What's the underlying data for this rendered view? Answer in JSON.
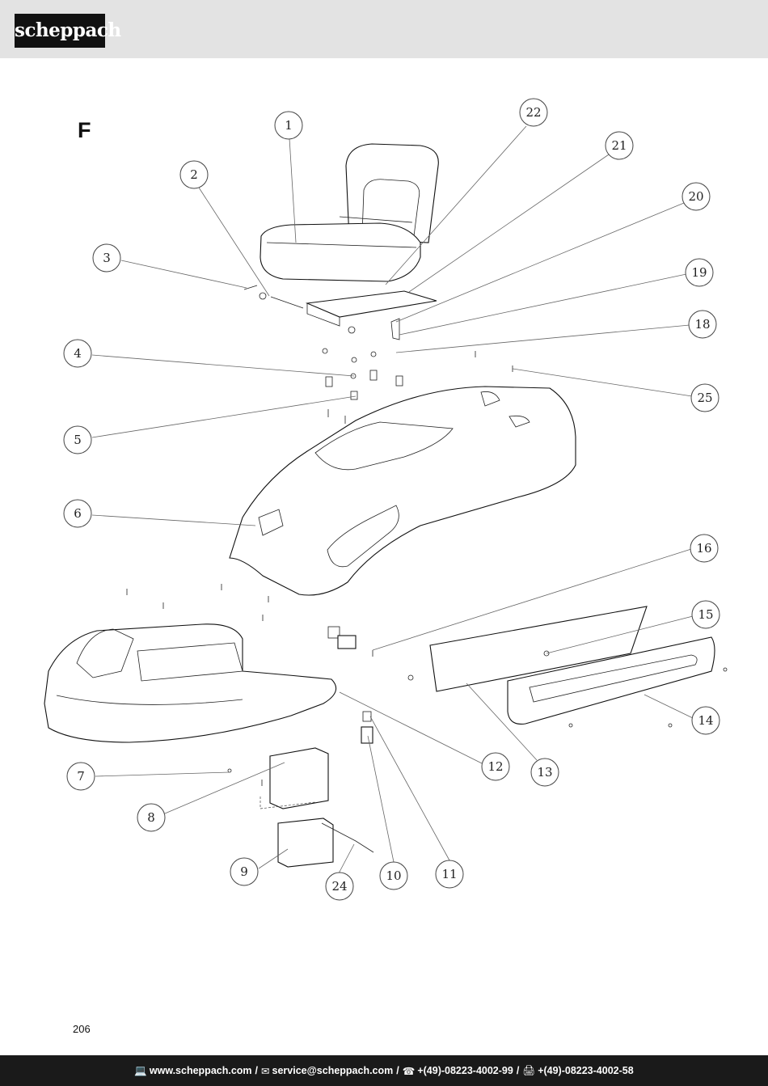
{
  "header": {
    "brand": "scheppach"
  },
  "figure": {
    "letter": "F"
  },
  "callouts": [
    "1",
    "2",
    "3",
    "4",
    "5",
    "6",
    "7",
    "8",
    "9",
    "10",
    "11",
    "12",
    "13",
    "14",
    "15",
    "16",
    "18",
    "19",
    "20",
    "21",
    "22",
    "24",
    "25"
  ],
  "page": {
    "number": "206"
  },
  "footer": {
    "web_icon": "computer-icon",
    "web": "www.scheppach.com",
    "mail_icon": "mail-icon",
    "mail": "service@scheppach.com",
    "phone_icon": "phone-icon",
    "phone": "+(49)-08223-4002-99",
    "fax_icon": "fax-icon",
    "fax": "+(49)-08223-4002-58",
    "separator": "/"
  }
}
